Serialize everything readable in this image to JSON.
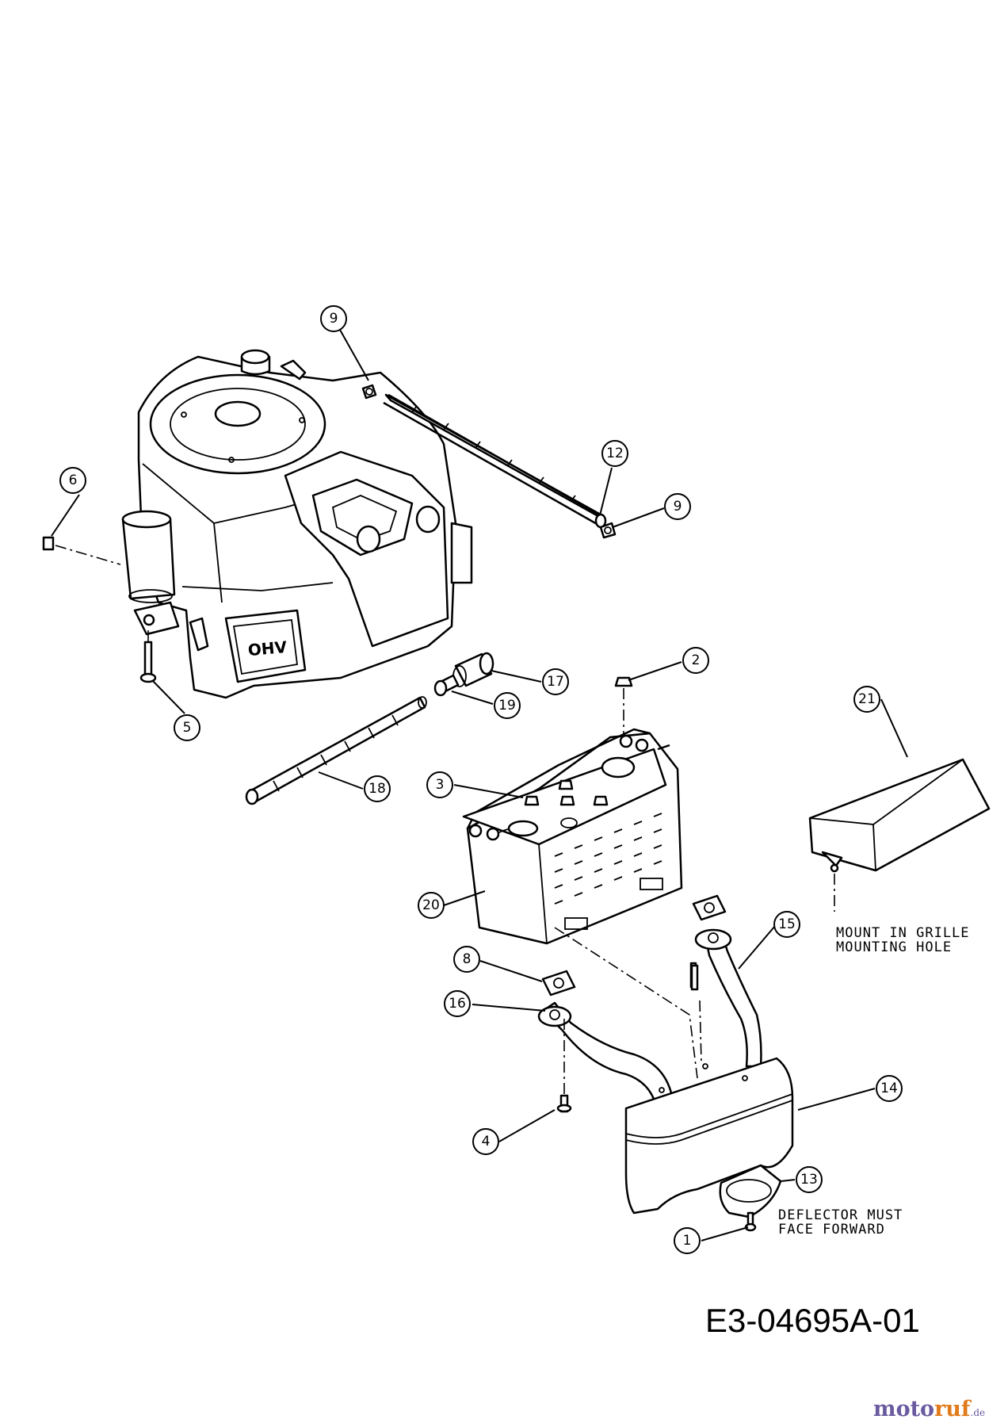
{
  "diagram": {
    "code": "E3-04695A-01",
    "callouts": [
      "9",
      "6",
      "12",
      "9",
      "5",
      "17",
      "2",
      "19",
      "21",
      "18",
      "3",
      "20",
      "15",
      "8",
      "16",
      "14",
      "4",
      "13",
      "1"
    ],
    "notes": {
      "mount_line1": "MOUNT IN GRILLE",
      "mount_line2": "MOUNTING HOLE",
      "deflector_line1": "DEFLECTOR MUST",
      "deflector_line2": "FACE FORWARD"
    },
    "engine_valve_cover_text": "OHV"
  },
  "watermark": {
    "part1": "moto",
    "part2": "ruf",
    "part3": ".de"
  }
}
